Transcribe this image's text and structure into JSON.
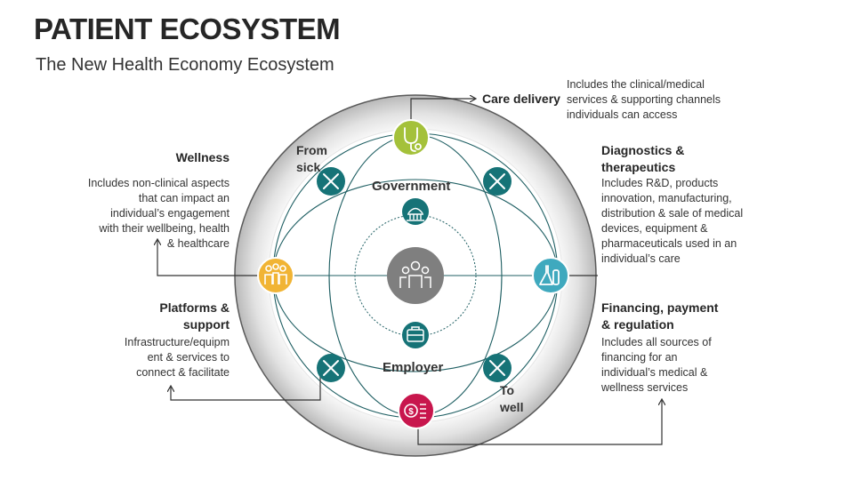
{
  "header": {
    "title": "PATIENT ECOSYSTEM",
    "subtitle": "The New Health Economy Ecosystem"
  },
  "diagram": {
    "ring_labels": {
      "government": "Government",
      "employer": "Employer",
      "from_sick": "From sick",
      "to_well": "To well"
    },
    "nodes": [
      {
        "id": "care-delivery",
        "icon": "stethoscope-icon",
        "color": "#A4C13A"
      },
      {
        "id": "diagnostics",
        "icon": "lab-flask-icon",
        "color": "#3FA9BE"
      },
      {
        "id": "financing",
        "icon": "coins-dollar-icon",
        "color": "#C8164D"
      },
      {
        "id": "wellness",
        "icon": "family-icon",
        "color": "#F1B434"
      },
      {
        "id": "government",
        "icon": "capitol-building-icon",
        "color": "#167377"
      },
      {
        "id": "employer",
        "icon": "briefcase-icon",
        "color": "#167377"
      },
      {
        "id": "center",
        "icon": "people-group-icon",
        "color": "#7F7F7F"
      },
      {
        "id": "tools",
        "icon": "tools-icon",
        "color": "#167377"
      }
    ]
  },
  "sections": {
    "care_delivery": {
      "heading": "Care delivery",
      "desc": [
        "Includes the clinical/medical",
        "services & supporting channels",
        "individuals can access"
      ]
    },
    "diagnostics": {
      "heading": [
        "Diagnostics &",
        "therapeutics"
      ],
      "desc": [
        "Includes R&D, products",
        "innovation, manufacturing,",
        "distribution & sale of medical",
        "devices, equipment &",
        "pharmaceuticals used in an",
        "individual’s care"
      ]
    },
    "financing": {
      "heading": [
        "Financing, payment",
        "& regulation"
      ],
      "desc": [
        "Includes all sources of",
        "financing for an",
        "individual’s medical &",
        "wellness services"
      ]
    },
    "wellness": {
      "heading": "Wellness",
      "desc": [
        "Includes non-clinical aspects",
        "that can impact an",
        "individual’s engagement",
        "with their wellbeing, health",
        "& healthcare"
      ]
    },
    "platforms": {
      "heading": [
        "Platforms &",
        "support"
      ],
      "desc": [
        "Infrastructure/equipm",
        "ent & services to",
        "connect & facilitate"
      ]
    }
  }
}
